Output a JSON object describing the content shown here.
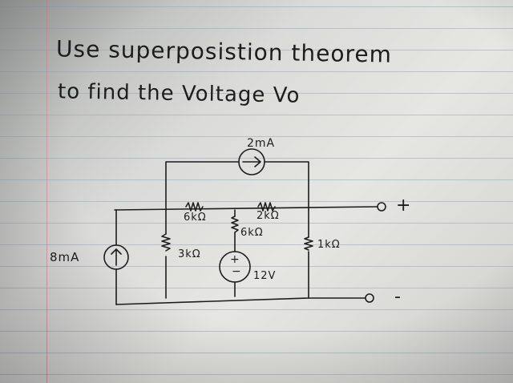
{
  "title": {
    "line1": "Use superposistion theorem",
    "line2": "to find the Voltage Vo"
  },
  "components": {
    "current_source_top": "2mA",
    "current_source_left": "8mA",
    "resistor_left_series": "6kΩ",
    "resistor_right_series": "2kΩ",
    "resistor_middle_vertical": "6kΩ",
    "resistor_left_vertical": "3kΩ",
    "resistor_right_vertical": "1kΩ",
    "voltage_source": "12V",
    "voltage_source_plus": "+",
    "voltage_source_minus": "−"
  },
  "terminals": {
    "plus": "+",
    "minus": "-"
  },
  "colors": {
    "ink": "#1d1d1d",
    "paper": "#e0e0dc",
    "rule_line": "#8fa9bf",
    "margin_line": "#d78f9a"
  }
}
